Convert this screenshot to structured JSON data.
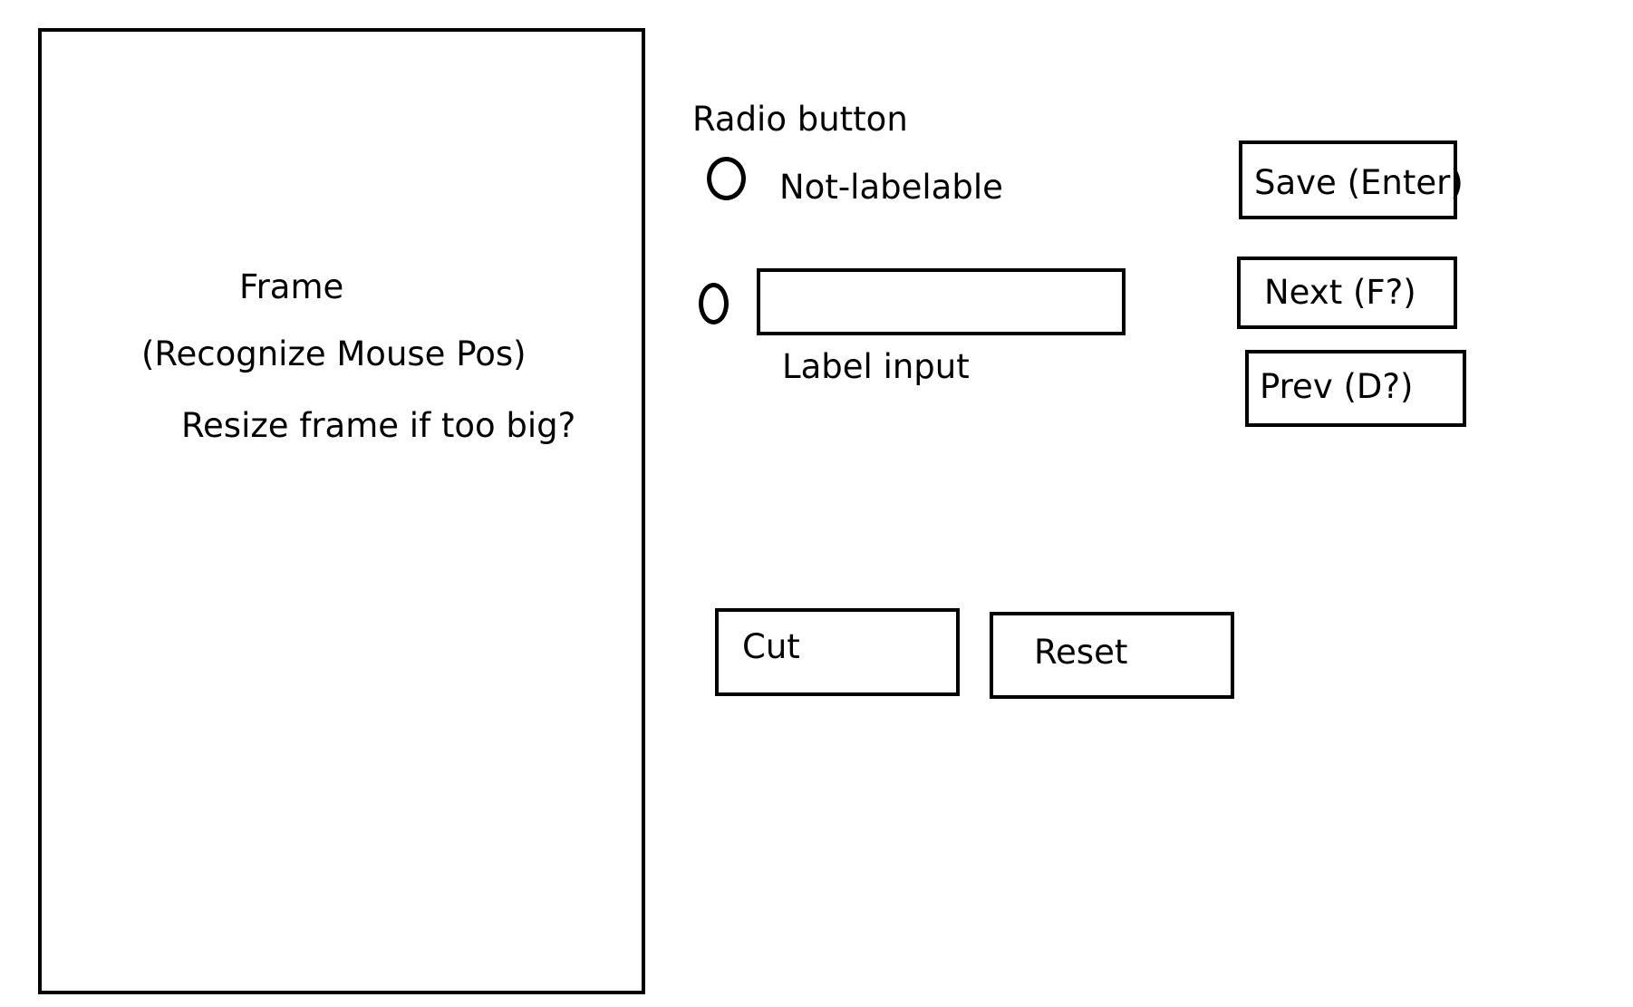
{
  "frame": {
    "title": "Frame",
    "subtitle": "(Recognize Mouse Pos)",
    "note": "Resize frame if too big?"
  },
  "radio_group": {
    "heading": "Radio button",
    "option_not_labelable": "Not-labelable",
    "label_input_value": "",
    "label_input_caption": "Label input"
  },
  "buttons": {
    "save": "Save (Enter)",
    "next": "Next (F?)",
    "prev": "Prev (D?)",
    "cut": "Cut",
    "reset": "Reset"
  }
}
